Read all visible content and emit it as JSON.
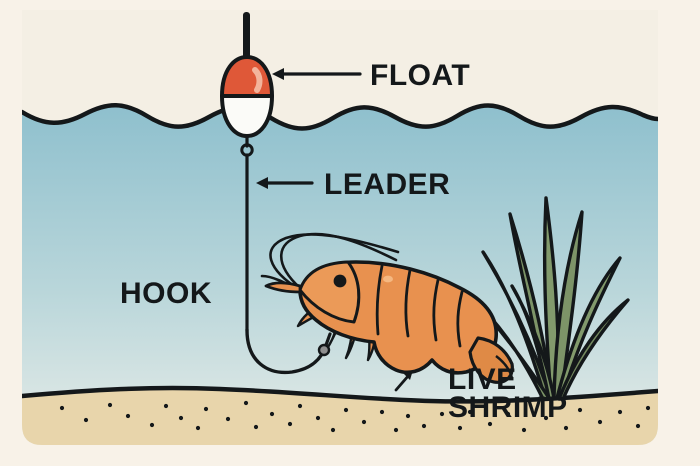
{
  "illustration": {
    "title": "Float rig with live shrimp fishing diagram",
    "background_color": "#f8f2e8",
    "panel": {
      "sky_color": "#f4efe4",
      "water_top_color": "#8dbfcd",
      "water_bottom_color": "#e3ebe7",
      "sand_color": "#e8d5ab",
      "outline_color": "#14181a"
    }
  },
  "labels": {
    "float": "FLOAT",
    "leader": "LEADER",
    "hook": "HOOK",
    "live_shrimp_line1": "LIVE",
    "live_shrimp_line2": "SHRIMP"
  },
  "elements": {
    "float": {
      "name": "bobber-float",
      "top_color": "#df5838",
      "bottom_color": "#fbfbf8",
      "antenna_color": "#14181a"
    },
    "leader": {
      "name": "leader-line",
      "color": "#14181a"
    },
    "hook": {
      "name": "fishing-hook",
      "color": "#14181a"
    },
    "shrimp": {
      "name": "live-shrimp",
      "body_color": "#e8914f",
      "shade_color": "#d97c3c",
      "outline_color": "#14181a",
      "eye_color": "#14181a"
    },
    "seagrass": {
      "name": "seagrass-plant",
      "blade_color": "#7d9468",
      "blade_color_dark": "#6b8558",
      "outline_color": "#14181a",
      "blade_count": 8
    },
    "waterline": {
      "name": "water-surface",
      "wave_count": 10
    },
    "seabed": {
      "name": "sandy-seabed",
      "speckle_color": "#14181a"
    }
  },
  "annotations": [
    {
      "name": "float-callout",
      "label": "FLOAT",
      "arrow": "left"
    },
    {
      "name": "leader-callout",
      "label": "LEADER",
      "arrow": "left"
    },
    {
      "name": "hook-callout",
      "label": "HOOK",
      "arrow": "none"
    },
    {
      "name": "live-shrimp-callout",
      "label": "LIVE SHRIMP",
      "arrow": "up-right"
    }
  ]
}
